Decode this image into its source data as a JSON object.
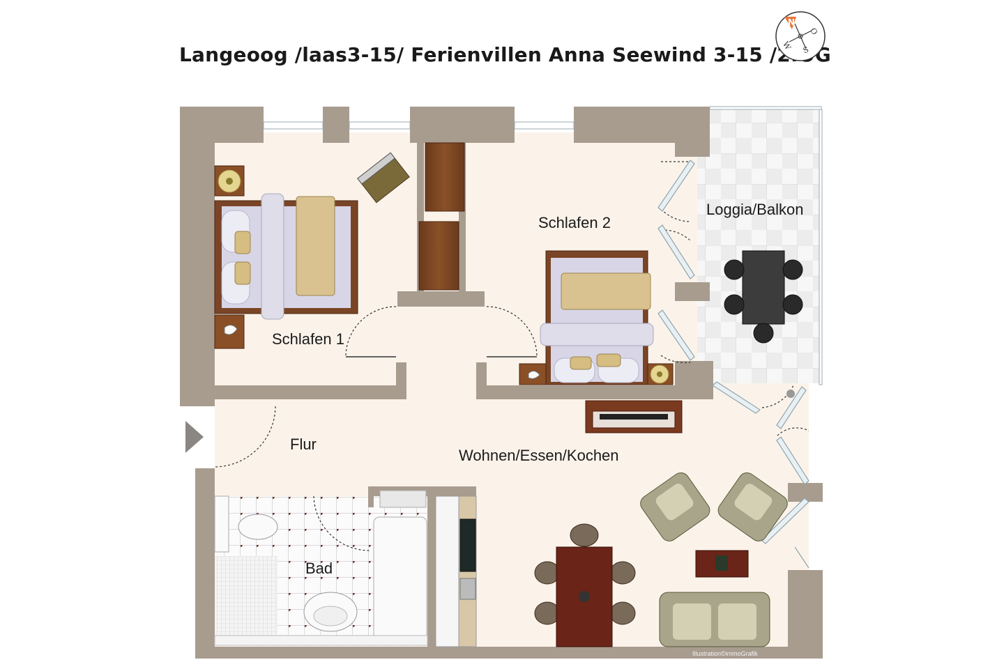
{
  "title": "Langeoog /laas3-15/ Ferienvillen Anna Seewind 3-15 /2.OG",
  "rooms": {
    "schlafen1": "Schlafen 1",
    "schlafen2": "Schlafen 2",
    "loggia": "Loggia/Balkon",
    "flur": "Flur",
    "wohnen": "Wohnen/Essen/Kochen",
    "bad": "Bad"
  },
  "compass": {
    "n": "N",
    "o": "O",
    "s": "S",
    "w": "W"
  },
  "credit": "Illustration©immoGrafik",
  "colors": {
    "wall": "#a89c8f",
    "floor": "#fbf3ea",
    "wood": "#7a4526",
    "fabric": "#d9c290",
    "tile": "#e6e6e6",
    "accent": "#e8763a"
  }
}
